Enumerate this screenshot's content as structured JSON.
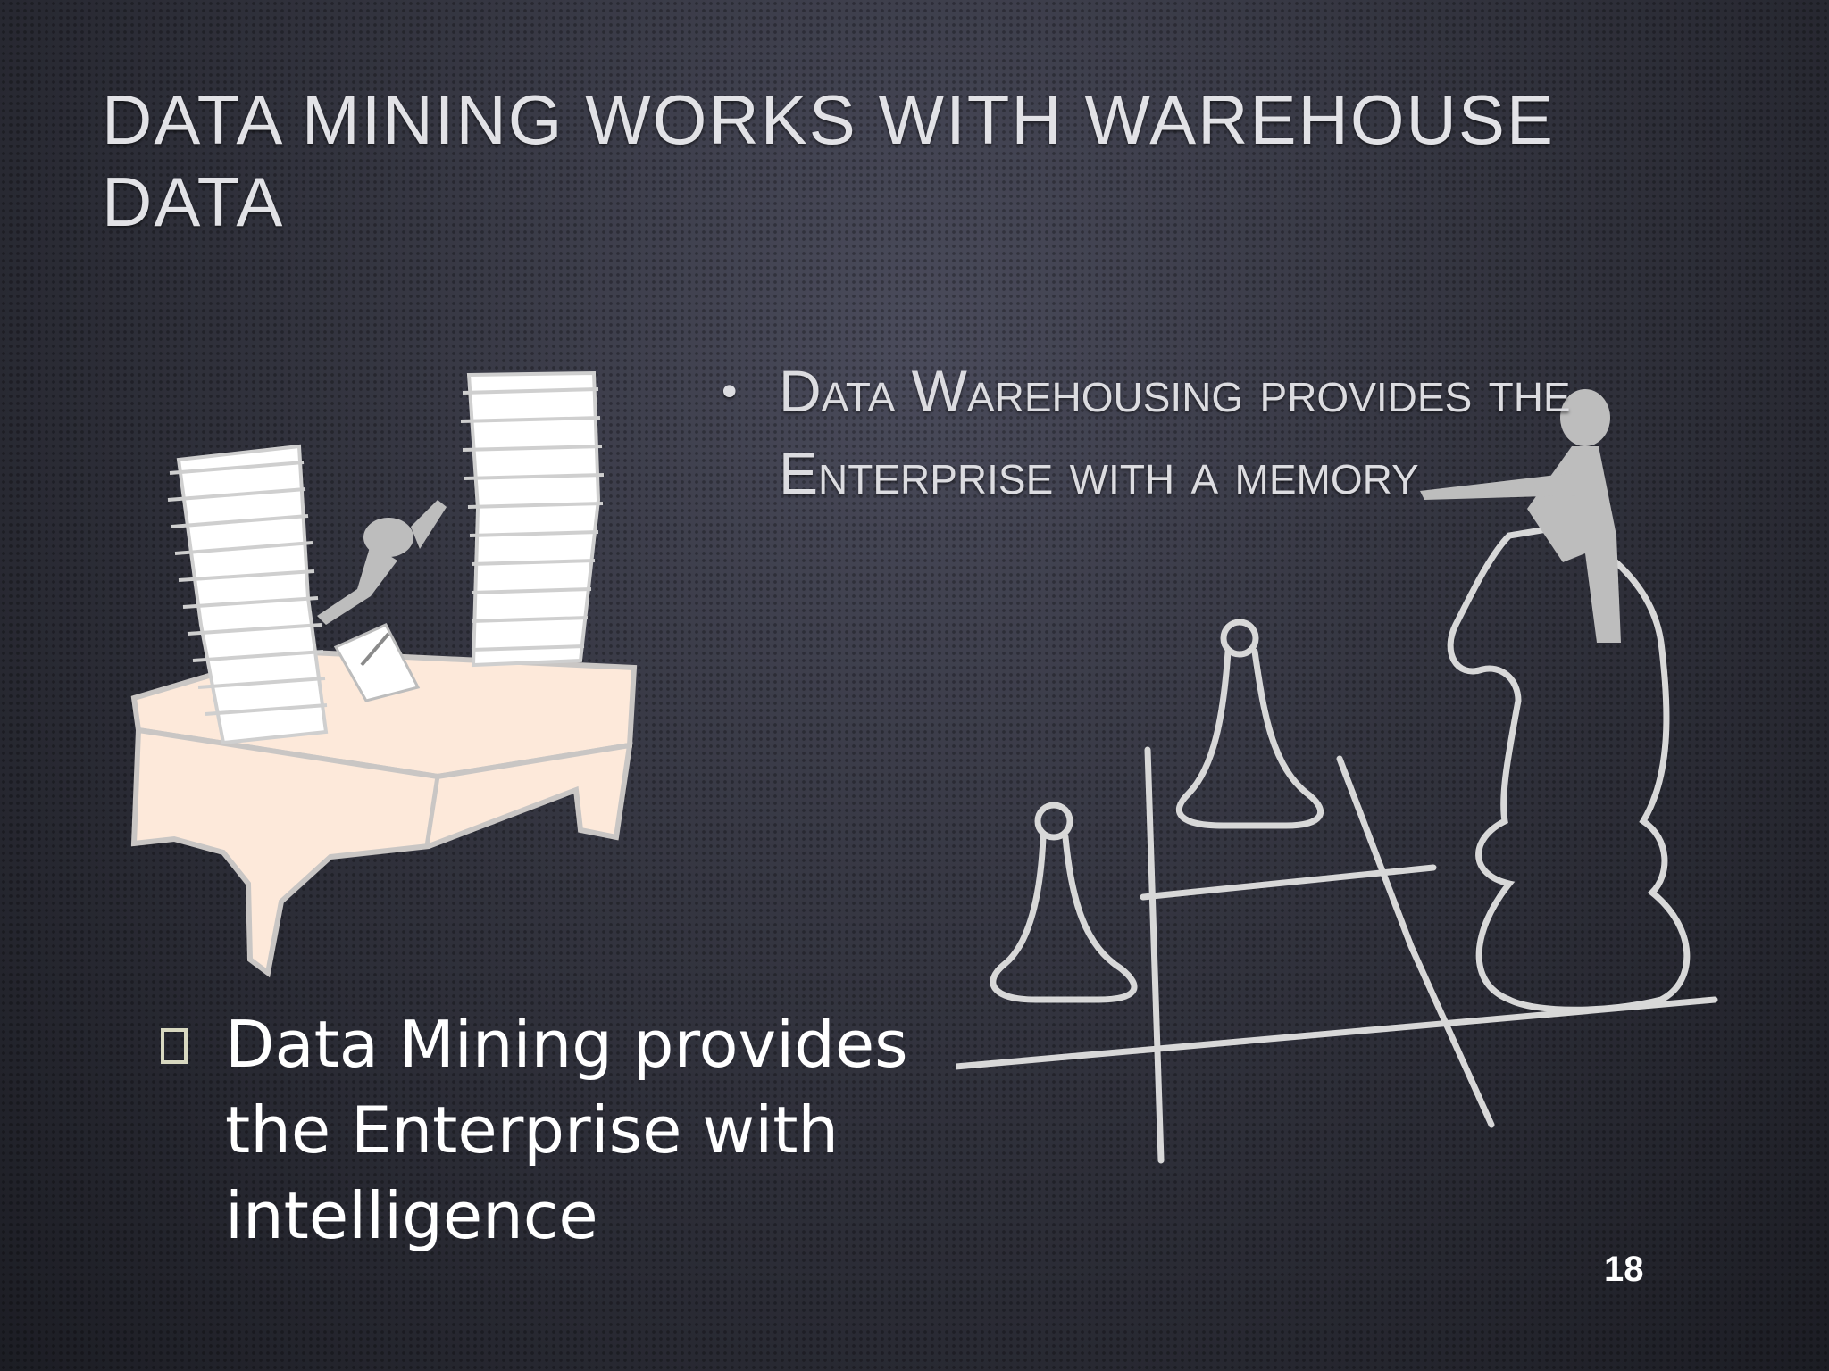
{
  "slide": {
    "title": "Data Mining Works with Warehouse Data",
    "bullets": {
      "warehousing": "Data Warehousing provides the Enterprise with a memory",
      "mining": "Data Mining provides the Enterprise with intelligence"
    },
    "bullet_marks": {
      "warehousing": "•"
    },
    "page_number": "18"
  },
  "images": {
    "desk": "clipart-person-at-desk-with-paper-stacks",
    "chess": "clipart-chess-pieces-on-board"
  },
  "colors": {
    "text_title": "#e2e2e6",
    "text_body": "#ffffff",
    "desk_fill": "#fde9da",
    "line_art": "#d8d8d8"
  }
}
